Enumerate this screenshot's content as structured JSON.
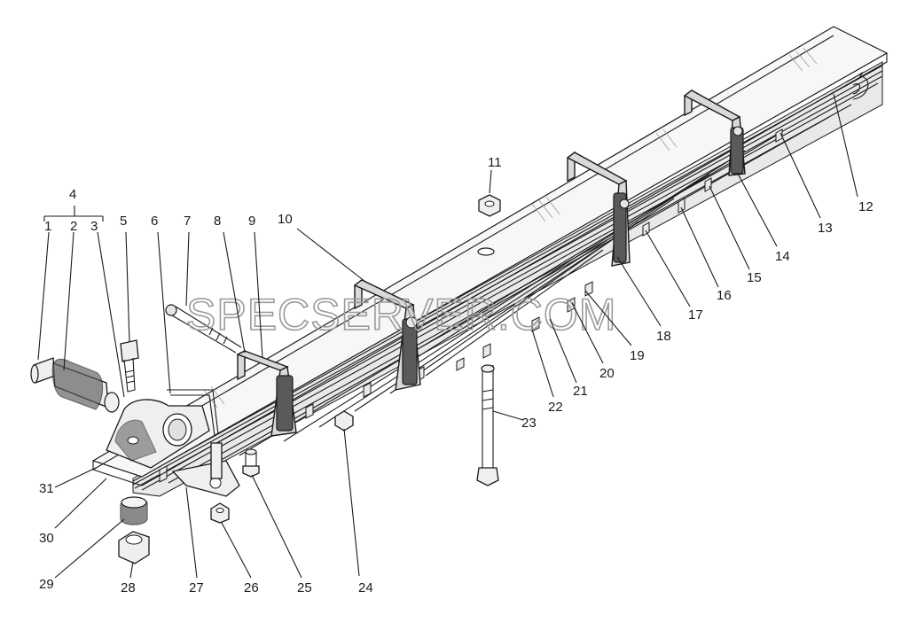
{
  "watermark": "SPECSERVER.COM",
  "callouts": [
    "1",
    "2",
    "3",
    "4",
    "5",
    "6",
    "7",
    "8",
    "9",
    "10",
    "11",
    "12",
    "13",
    "14",
    "15",
    "16",
    "17",
    "18",
    "19",
    "20",
    "21",
    "22",
    "23",
    "24",
    "25",
    "26",
    "27",
    "28",
    "29",
    "30",
    "31"
  ],
  "icons": [
    "leaf-spring-assembly",
    "bolt",
    "nut",
    "clamp",
    "bushing",
    "bracket",
    "pin"
  ]
}
